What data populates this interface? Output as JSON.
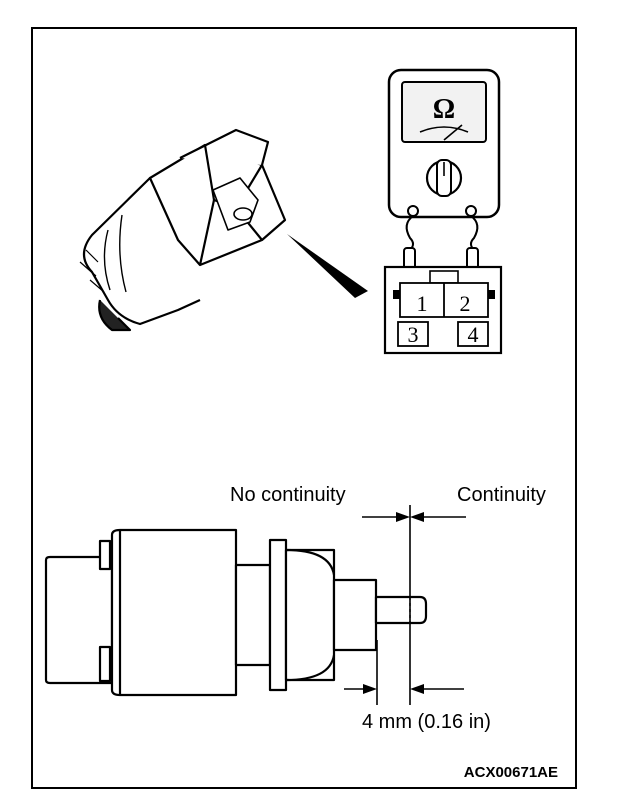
{
  "meter": {
    "symbol": "Ω"
  },
  "connector": {
    "pins": [
      "1",
      "2",
      "3",
      "4"
    ]
  },
  "stroke_diagram": {
    "label_left": "No continuity",
    "label_right": "Continuity",
    "dimension": "4 mm (0.16 in)"
  },
  "figure_code": "ACX00671AE",
  "colors": {
    "ink": "#000000",
    "paper": "#ffffff",
    "meter_window": "#f2f2f2"
  }
}
